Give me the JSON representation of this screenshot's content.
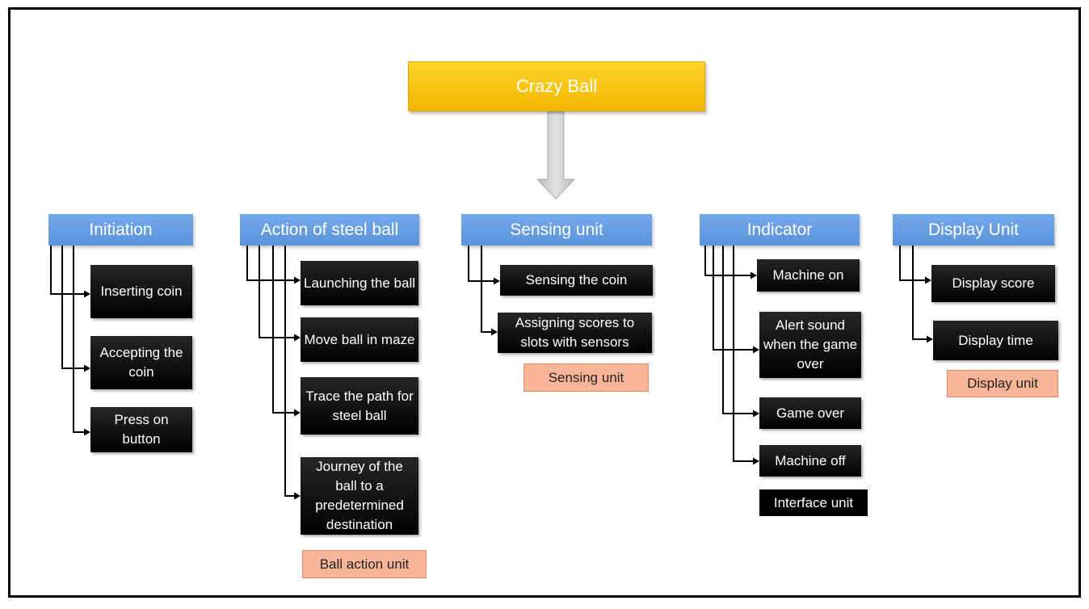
{
  "title": "Crazy Ball",
  "colors": {
    "root": "#ffc800",
    "category": "#5f9de6",
    "task": "#000000",
    "unit_label": "#f9b59a",
    "arrow": "#c8c8c8"
  },
  "columns": [
    {
      "category": "Initiation",
      "tasks": [
        "Inserting coin",
        "Accepting the coin",
        "Press on button"
      ],
      "unit": null
    },
    {
      "category": "Action of steel ball",
      "tasks": [
        "Launching the ball",
        "Move ball in maze",
        "Trace the path for steel ball",
        "Journey of the ball to a predetermined destination"
      ],
      "unit": "Ball action unit"
    },
    {
      "category": "Sensing unit",
      "tasks": [
        "Sensing the coin",
        "Assigning scores to slots with sensors"
      ],
      "unit": "Sensing unit"
    },
    {
      "category": "Indicator",
      "tasks": [
        "Machine on",
        "Alert sound when the game over",
        "Game over",
        "Machine off"
      ],
      "unit": "Interface unit"
    },
    {
      "category": "Display Unit",
      "tasks": [
        "Display score",
        "Display time"
      ],
      "unit": "Display unit"
    }
  ]
}
